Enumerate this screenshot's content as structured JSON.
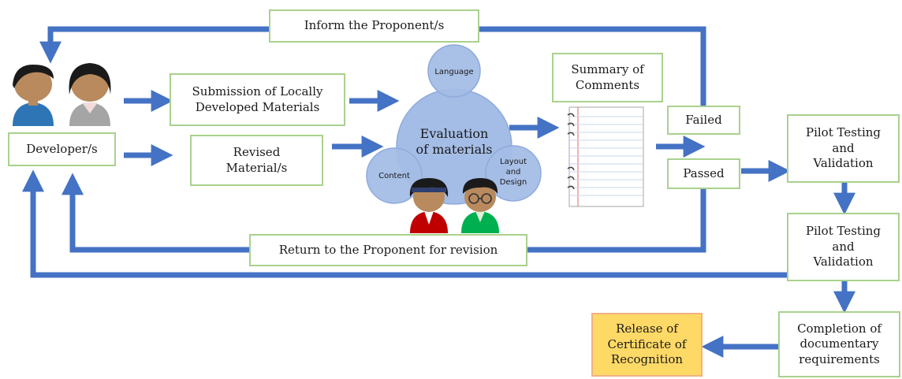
{
  "colors": {
    "arrow": "#4472c4",
    "box_border": "#a9d18e",
    "circle_fill": "#a4bde6",
    "circle_stroke": "#8faadc",
    "release_fill": "#ffd966",
    "release_border": "#f4b183"
  },
  "boxes": {
    "inform": "Inform the Proponent/s",
    "developer": "Developer/s",
    "submission": "Submission of Locally\nDeveloped Materials",
    "revised": "Revised\nMaterial/s",
    "summary": "Summary of\nComments",
    "failed": "Failed",
    "passed": "Passed",
    "pilot1": "Pilot Testing\nand\nValidation",
    "pilot2": "Pilot Testing\nand\nValidation",
    "return": "Return to the Proponent for revision",
    "completion": "Completion of\ndocumentary\nrequirements",
    "release": "Release of\nCertificate of\nRecognition"
  },
  "evaluation": {
    "center": [
      "Evaluation",
      "of materials"
    ],
    "language": "Language",
    "content": "Content",
    "layout": [
      "Layout",
      "and",
      "Design"
    ]
  },
  "icons": {
    "developers": [
      "person-male-icon",
      "person-female-icon"
    ],
    "evaluators": [
      "person-evaluator-icon",
      "person-evaluator-glasses-icon"
    ],
    "notepad": "notepad-icon"
  }
}
